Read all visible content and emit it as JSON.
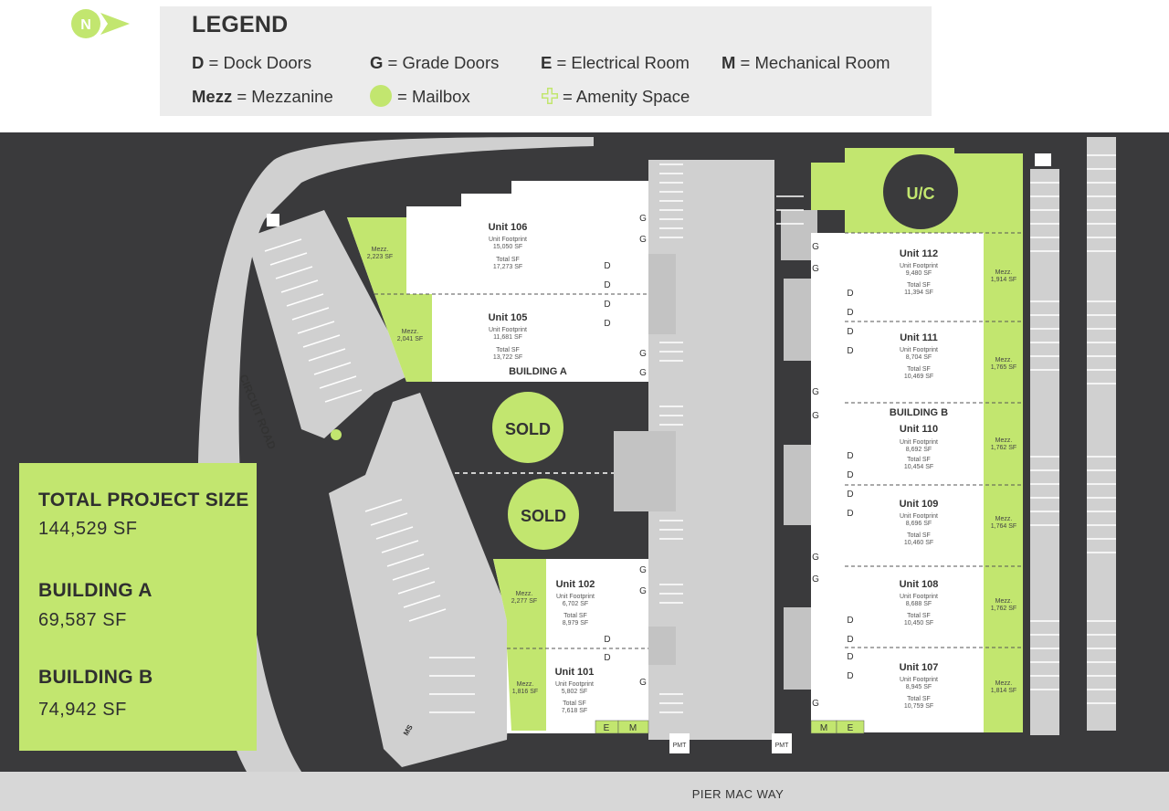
{
  "legend": {
    "title": "LEGEND",
    "items": [
      {
        "key": "D",
        "label": " = Dock Doors"
      },
      {
        "key": "G",
        "label": " = Grade Doors"
      },
      {
        "key": "E",
        "label": " = Electrical Room"
      },
      {
        "key": "M",
        "label": " = Mechanical Room"
      },
      {
        "key": "Mezz",
        "label": " = Mezzanine"
      },
      {
        "key": "",
        "label": "= Mailbox",
        "icon": "mailbox-icon"
      },
      {
        "key": "",
        "label": "= Amenity Space",
        "icon": "amenity-space-icon"
      }
    ]
  },
  "summary": {
    "total_label": "TOTAL PROJECT SIZE",
    "total_value": "144,529 SF",
    "building_a_label": "BUILDING A",
    "building_a_value": "69,587 SF",
    "building_b_label": "BUILDING B",
    "building_b_value": "74,942 SF"
  },
  "roads": {
    "circuit_road": "CIRCUIT ROAD",
    "pier_mac_way": "PIER MAC WAY",
    "pmt_label": "PMT",
    "ms_label": "MS"
  },
  "building_a": {
    "label": "BUILDING A",
    "units": [
      {
        "name": "Unit 106",
        "footprint_label": "Unit Footprint",
        "footprint": "15,050 SF",
        "total_label": "Total SF",
        "total": "17,273 SF",
        "mezz": "2,223 SF"
      },
      {
        "name": "Unit 105",
        "footprint_label": "Unit Footprint",
        "footprint": "11,681 SF",
        "total_label": "Total SF",
        "total": "13,722 SF",
        "mezz": "2,041 SF"
      },
      {
        "name": "Unit 102",
        "footprint_label": "Unit Footprint",
        "footprint": "6,702 SF",
        "total_label": "Total SF",
        "total": "8,979 SF",
        "mezz": "2,277 SF"
      },
      {
        "name": "Unit 101",
        "footprint_label": "Unit Footprint",
        "footprint": "5,802 SF",
        "total_label": "Total SF",
        "total": "7,618 SF",
        "mezz": "1,816 SF"
      }
    ],
    "sold_label": "SOLD"
  },
  "building_b": {
    "label": "BUILDING B",
    "uc_label": "U/C",
    "units": [
      {
        "name": "Unit 112",
        "footprint_label": "Unit Footprint",
        "footprint": "9,480 SF",
        "total_label": "Total SF",
        "total": "11,394 SF",
        "mezz": "1,914 SF"
      },
      {
        "name": "Unit 111",
        "footprint_label": "Unit Footprint",
        "footprint": "8,704 SF",
        "total_label": "Total SF",
        "total": "10,469 SF",
        "mezz": "1,765 SF"
      },
      {
        "name": "Unit 110",
        "footprint_label": "Unit Footprint",
        "footprint": "8,692 SF",
        "total_label": "Total SF",
        "total": "10,454 SF",
        "mezz": "1,762 SF"
      },
      {
        "name": "Unit 109",
        "footprint_label": "Unit Footprint",
        "footprint": "8,696 SF",
        "total_label": "Total SF",
        "total": "10,460 SF",
        "mezz": "1,764 SF"
      },
      {
        "name": "Unit 108",
        "footprint_label": "Unit Footprint",
        "footprint": "8,688 SF",
        "total_label": "Total SF",
        "total": "10,450 SF",
        "mezz": "1,762 SF"
      },
      {
        "name": "Unit 107",
        "footprint_label": "Unit Footprint",
        "footprint": "8,945 SF",
        "total_label": "Total SF",
        "total": "10,759 SF",
        "mezz": "1,814 SF"
      }
    ]
  },
  "mezz_label": "Mezz.",
  "door_labels": {
    "dock": "D",
    "grade": "G",
    "electrical": "E",
    "mechanical": "M"
  },
  "colors": {
    "accent_green": "#c2e66f",
    "dark": "#3a3a3c",
    "pavement": "#d0d0d0",
    "legend_bg": "#ececec"
  }
}
